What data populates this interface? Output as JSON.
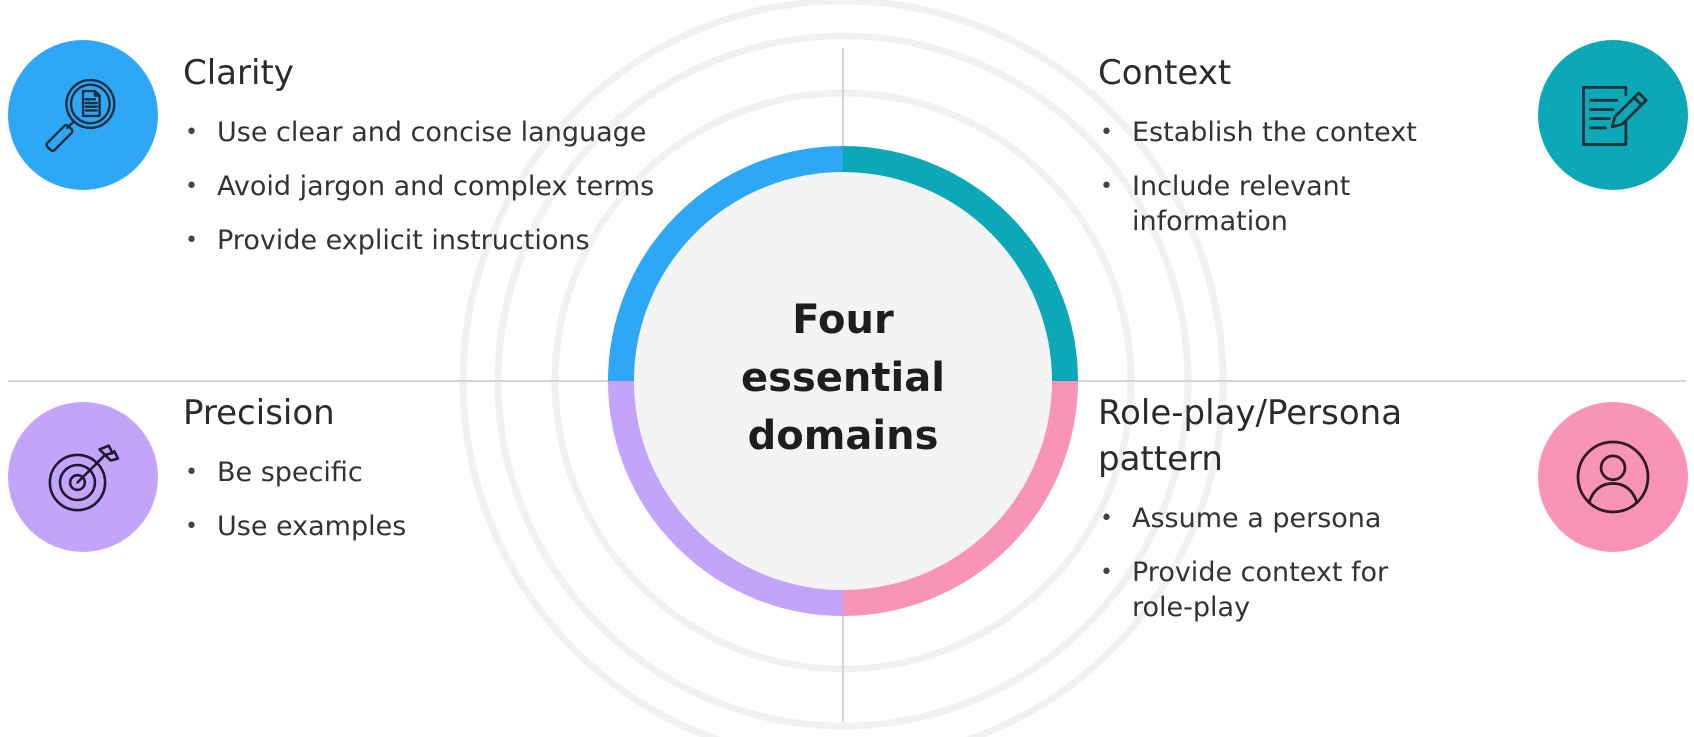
{
  "center": {
    "lines": [
      "Four",
      "essential",
      "domains"
    ]
  },
  "colors": {
    "clarity": "#2ea8f6",
    "context": "#0ca8b8",
    "precision": "#c4a3fb",
    "roleplay": "#f994b6",
    "center_fill": "#f4f4f4",
    "divider": "#d4d4d4"
  },
  "quadrants": [
    {
      "id": "clarity",
      "icon": "magnifier-document-icon",
      "title": "Clarity",
      "bullets": [
        "Use clear and concise language",
        "Avoid jargon and complex terms",
        "Provide explicit instructions"
      ]
    },
    {
      "id": "context",
      "icon": "notepad-pencil-icon",
      "title": "Context",
      "bullets": [
        "Establish the context",
        "Include relevant information"
      ]
    },
    {
      "id": "precision",
      "icon": "target-arrow-icon",
      "title": "Precision",
      "bullets": [
        "Be specific",
        "Use examples"
      ]
    },
    {
      "id": "roleplay",
      "icon": "user-avatar-icon",
      "title": "Role-play/Persona pattern",
      "bullets": [
        "Assume a persona",
        "Provide context for role-play"
      ]
    }
  ]
}
